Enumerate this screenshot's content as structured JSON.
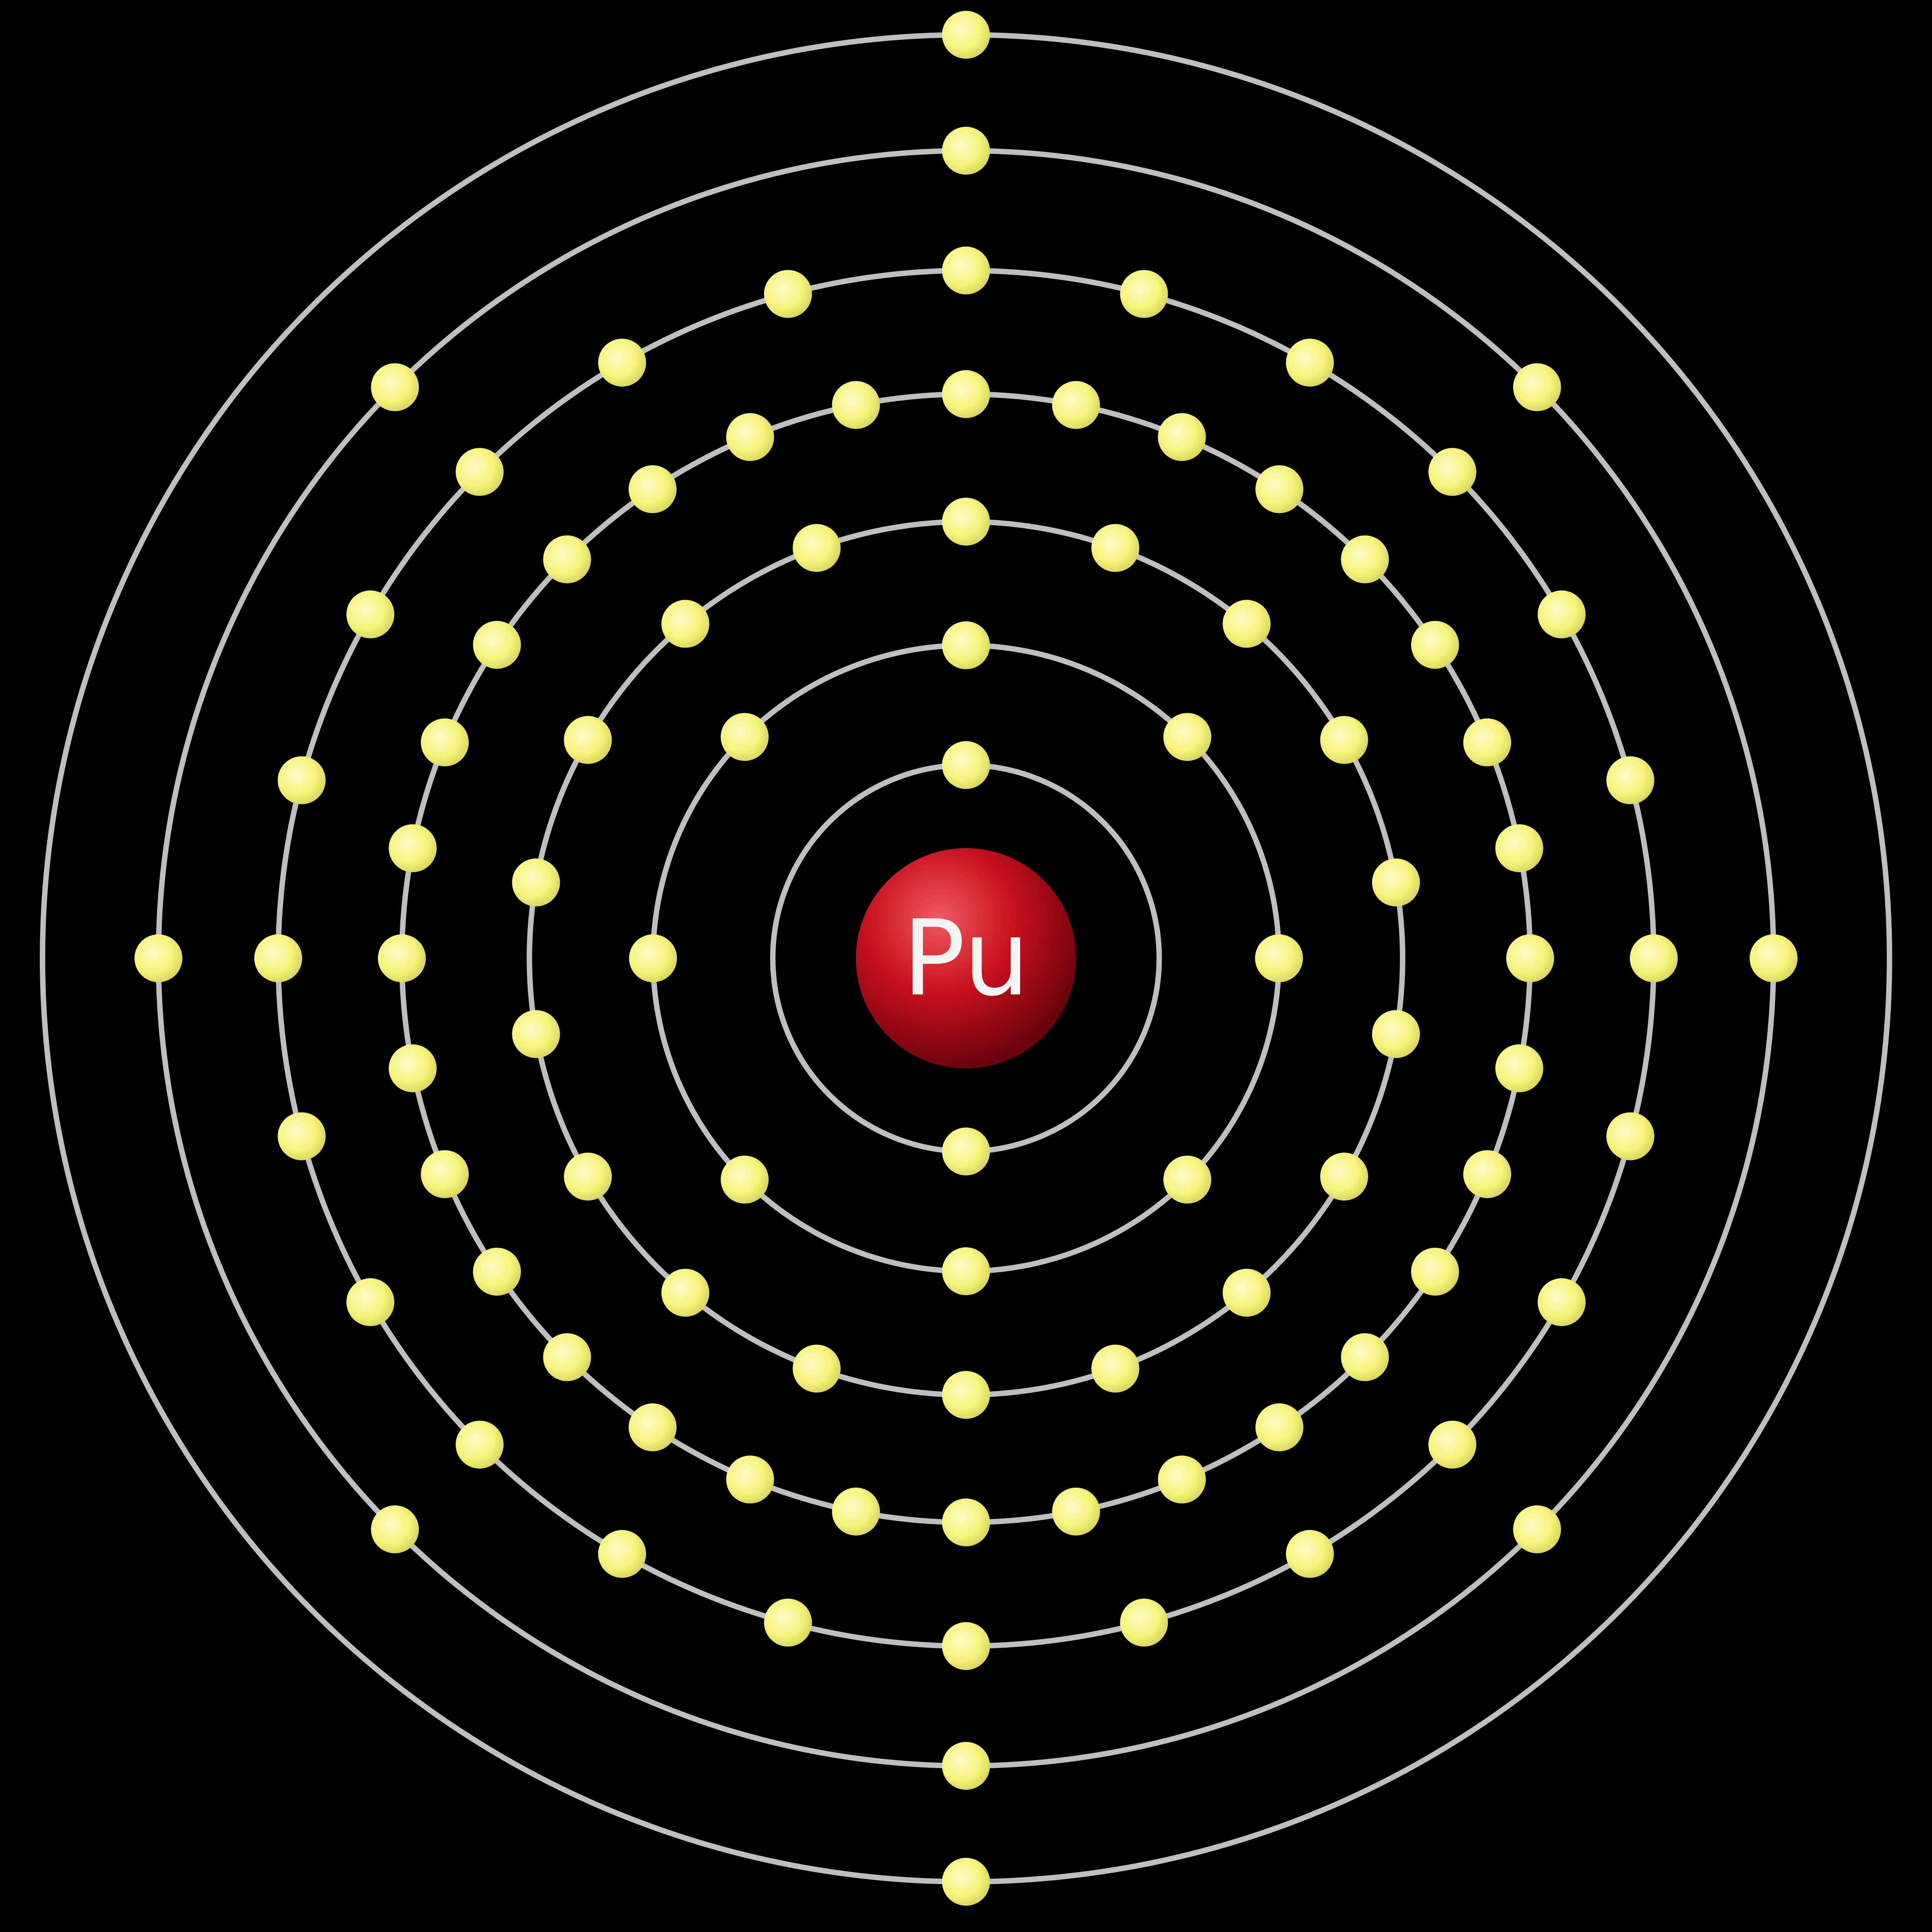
{
  "atom": {
    "symbol": "Pu",
    "shell_electron_counts": [
      2,
      8,
      18,
      32,
      24,
      8,
      2
    ]
  },
  "colors": {
    "background": "#000000",
    "nucleus": "#c8101e",
    "shell": "#bfbfbf",
    "electron": "#f7f37c"
  }
}
